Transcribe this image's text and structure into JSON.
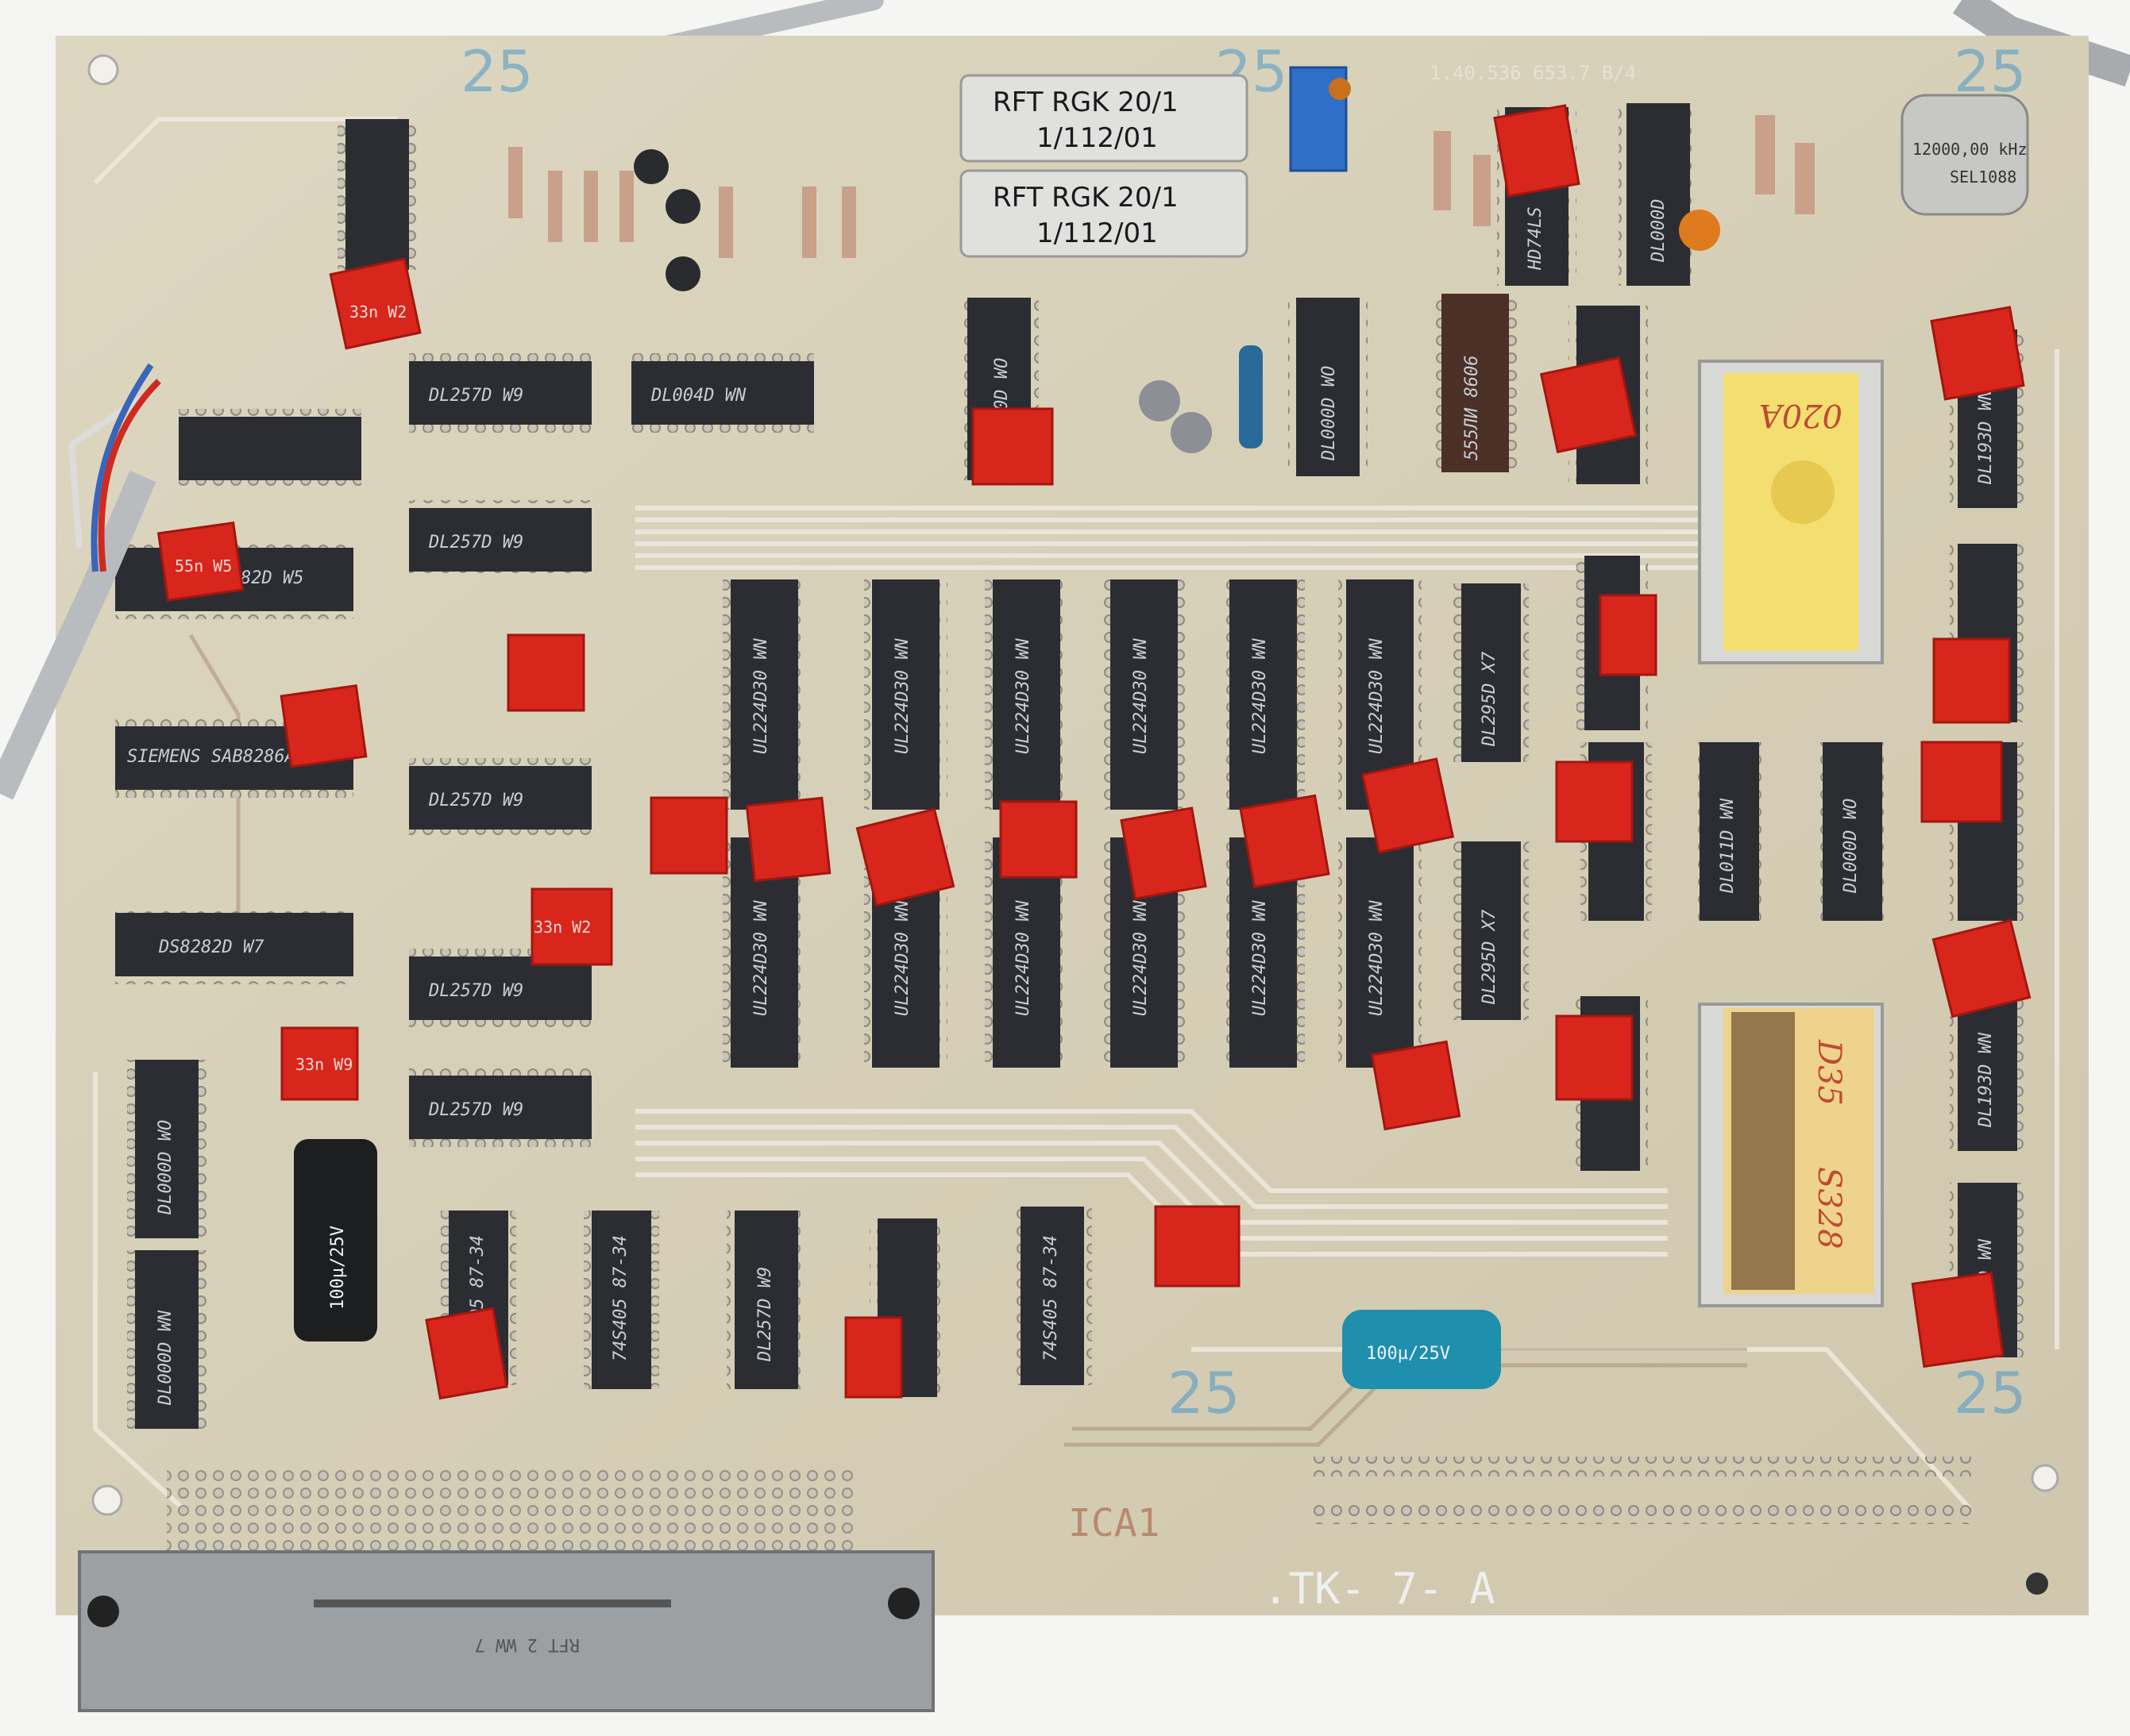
{
  "board": {
    "part_number": "1.40.536 653.7 B/4",
    "marker_numbers": [
      "25",
      "25",
      "25",
      "25",
      "25"
    ],
    "bottom_silk": "ICA1",
    "bottom_marking": ".TK-      7-    A"
  },
  "resistor_packs": [
    {
      "line1": "RFT RGK 20/1",
      "line2": "1/112/01"
    },
    {
      "line1": "RFT RGK 20/1",
      "line2": "1/112/01"
    }
  ],
  "crystal": {
    "line1": "12000,00 kHz",
    "line2": "SEL1088"
  },
  "eproms": [
    {
      "label": "020A"
    },
    {
      "label1": "D35",
      "label2": "S328"
    }
  ],
  "chips_row_top": [
    "DL257D W9",
    "DL004D WN",
    "DL000D WO",
    "DL000D WO",
    "555ЛИ 8606",
    "DL000D",
    "HD74LS"
  ],
  "chips_left": [
    "DS8282D W5",
    "DL257D W9",
    "SIEMENS SAB8286AP",
    "DL257D W9",
    "DS8282D W7",
    "DL257D W9",
    "DL257D W9",
    "DL000D WO",
    "DL000D WN"
  ],
  "chips_grid": [
    "UL224D30 WN",
    "UL224D30 WN",
    "UL224D30 WN",
    "UL224D30 WN",
    "UL224D30 WN",
    "UL224D30 WN",
    "DL295D X7",
    "DL295D X7"
  ],
  "chips_right": [
    "DL193D WN",
    "DL193D WN",
    "DL011D WN",
    "DL000D WO",
    "DL193D WN"
  ],
  "chips_bottom": [
    "74S405 87-34",
    "74S405 87-34",
    "DL257D W9",
    "74S405 87-34"
  ],
  "electrolytic_caps": [
    {
      "text": "100µ/25V"
    },
    {
      "text": "100µ/25V"
    }
  ],
  "red_caps": [
    "33n W2",
    "55n W5",
    "33n W2",
    "33n W9"
  ],
  "connector": {
    "label": "RFT 2 WW 7"
  }
}
